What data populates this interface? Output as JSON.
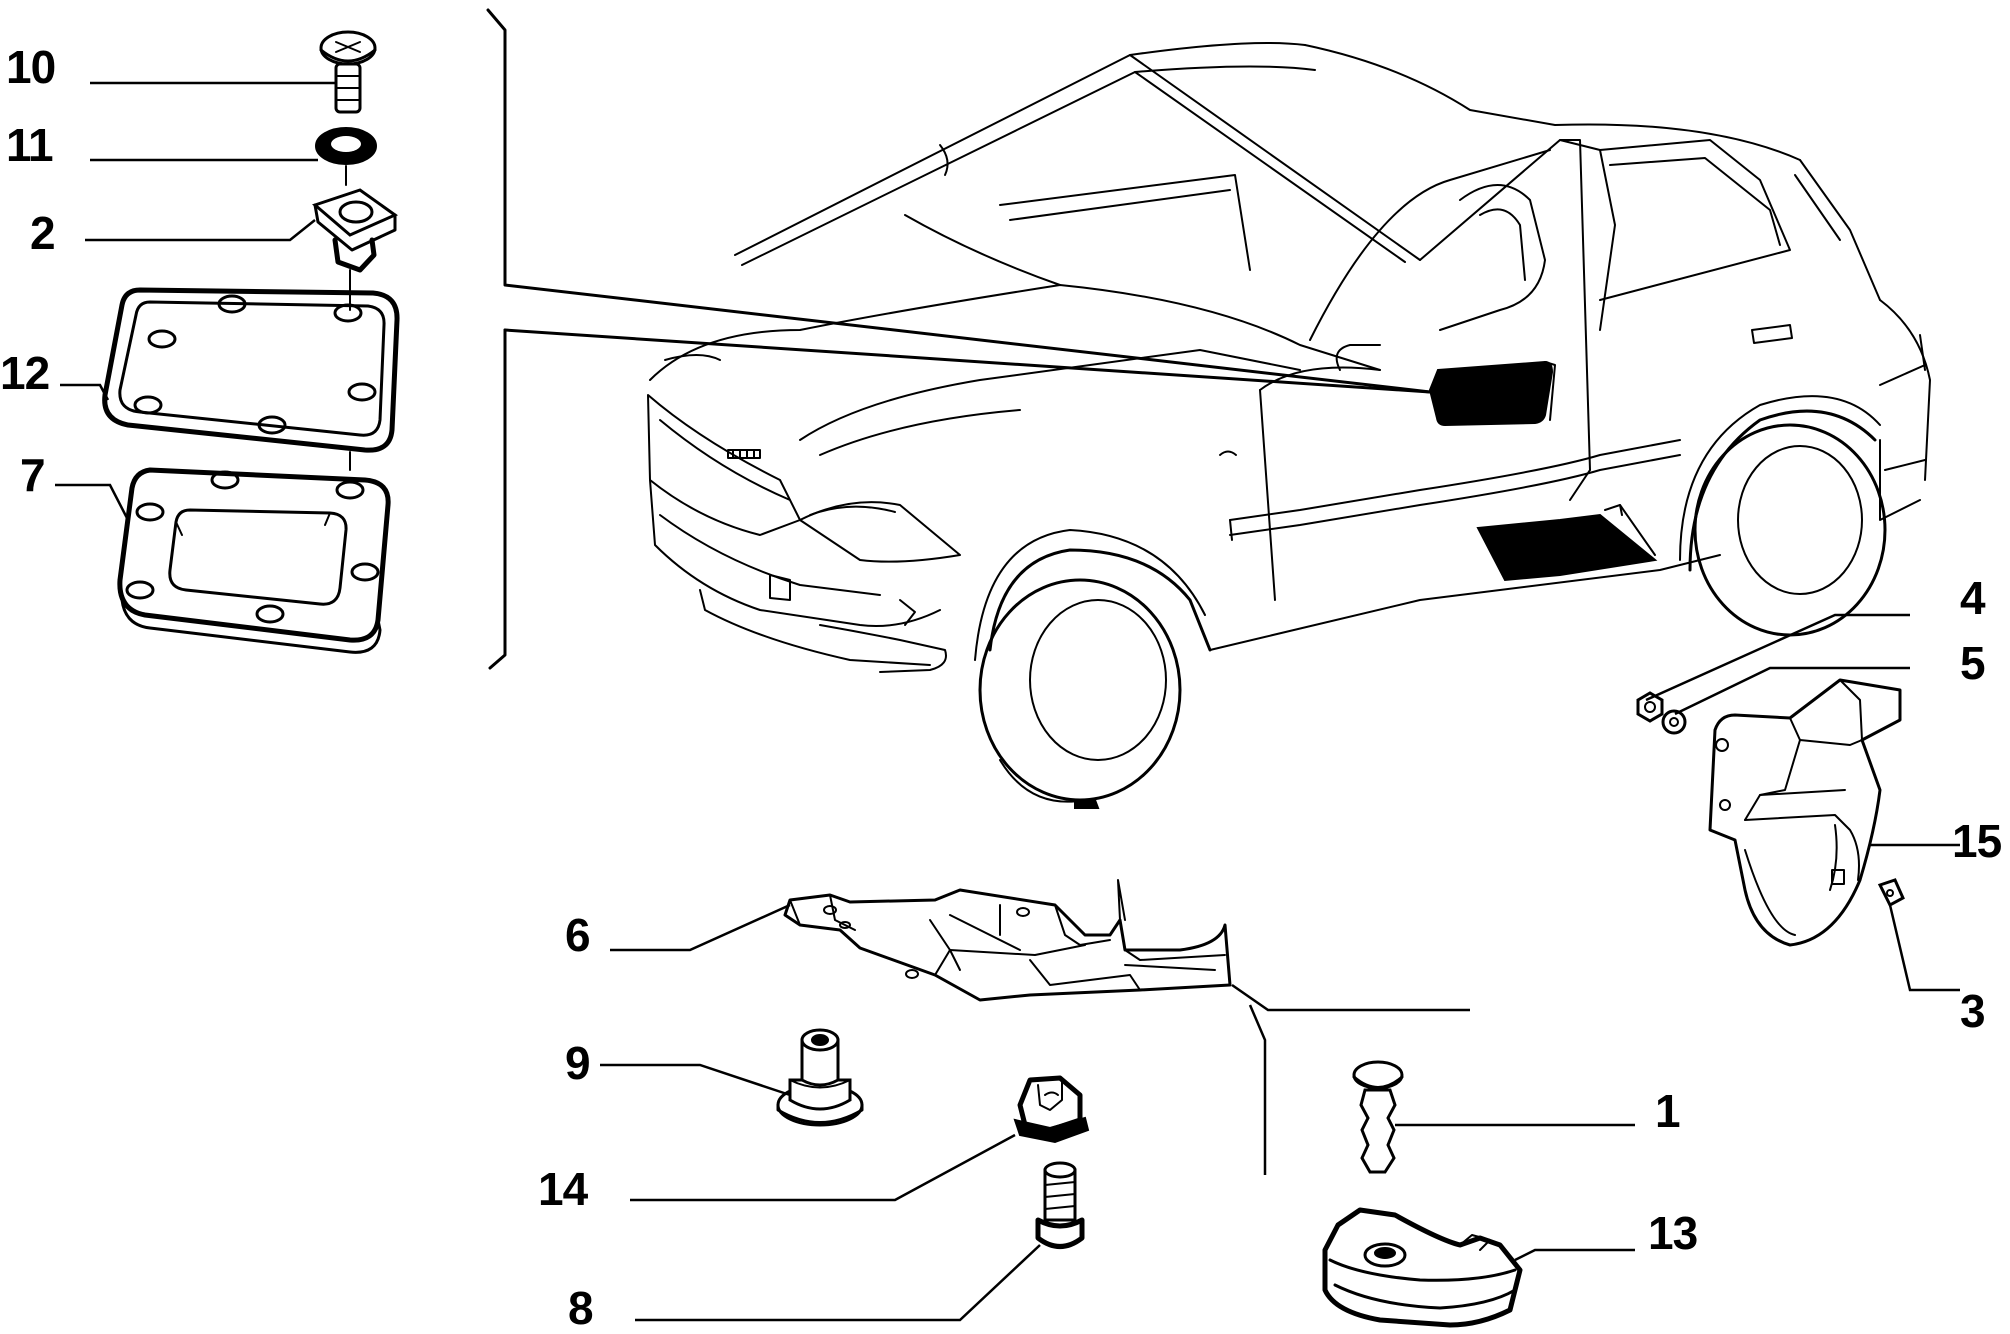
{
  "callouts": {
    "p1": "1",
    "p2": "2",
    "p3": "3",
    "p4": "4",
    "p5": "5",
    "p6": "6",
    "p7": "7",
    "p8": "8",
    "p9": "9",
    "p10": "10",
    "p11": "11",
    "p12": "12",
    "p13": "13",
    "p14": "14",
    "p15": "15"
  },
  "colors": {
    "line": "#000000",
    "background": "#ffffff"
  }
}
